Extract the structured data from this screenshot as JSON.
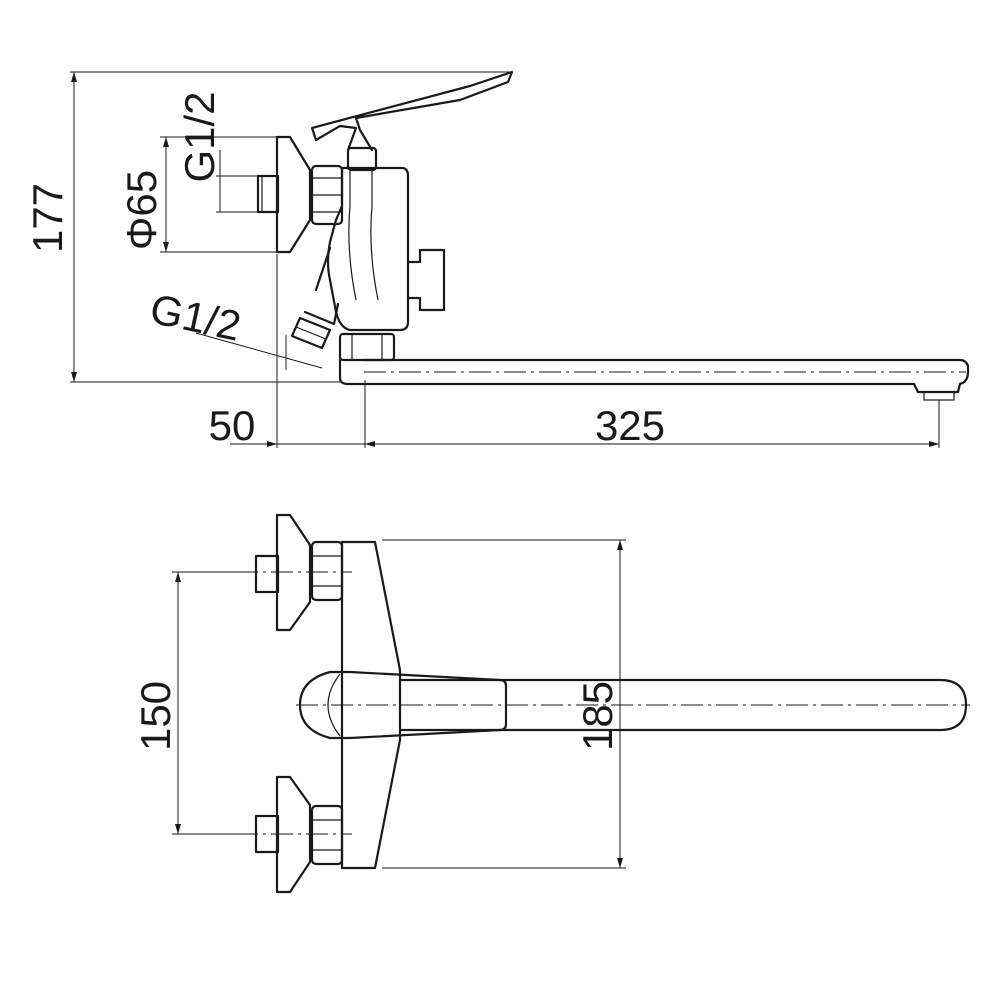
{
  "side_view": {
    "height_label": "177",
    "flange_diameter_label": "Φ65",
    "inlet_thread_label": "G1/2",
    "outlet_thread_label": "G1/2",
    "offset_label": "50",
    "spout_length_label": "325"
  },
  "top_view": {
    "inlet_spacing_label": "150",
    "body_width_label": "185"
  }
}
